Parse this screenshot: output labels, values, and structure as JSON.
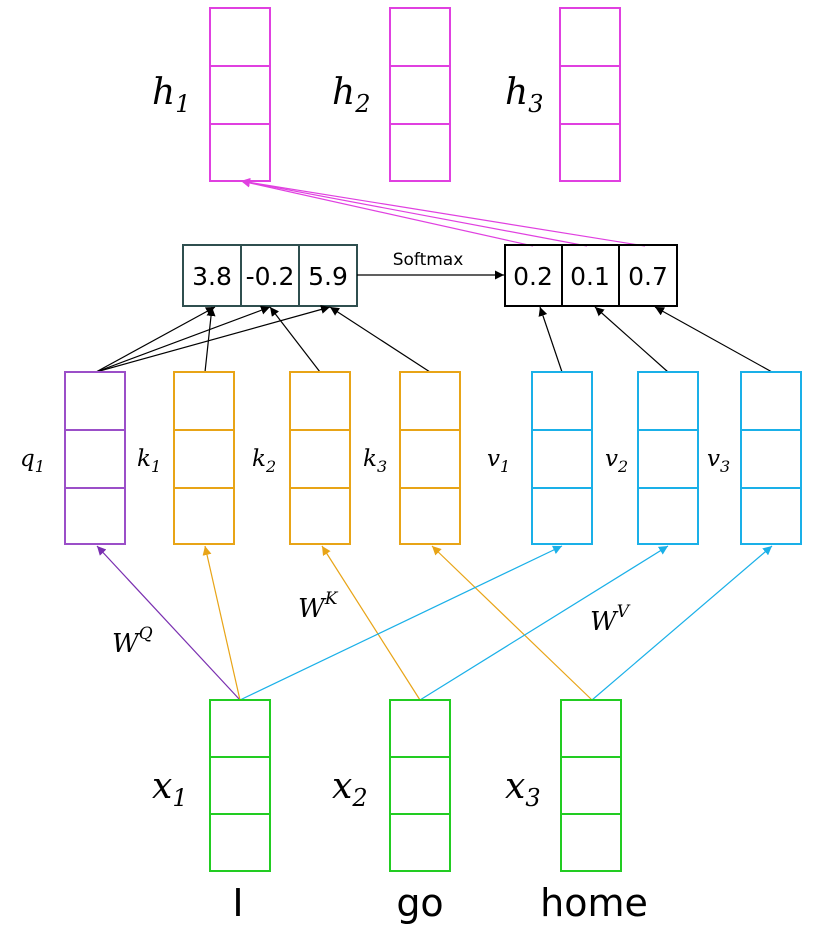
{
  "colors": {
    "x": "#22cc22",
    "h": "#e040e0",
    "q": "#9b4fc8",
    "k": "#e8a417",
    "v": "#1ab0e8",
    "scores_border": "#2f4f4f",
    "black": "#000000"
  },
  "words": [
    "I",
    "go",
    "home"
  ],
  "x_vectors": [
    {
      "var": "x",
      "sub": "1"
    },
    {
      "var": "x",
      "sub": "2"
    },
    {
      "var": "x",
      "sub": "3"
    }
  ],
  "h_vectors": [
    {
      "var": "h",
      "sub": "1"
    },
    {
      "var": "h",
      "sub": "2"
    },
    {
      "var": "h",
      "sub": "3"
    }
  ],
  "q_vectors": [
    {
      "var": "q",
      "sub": "1"
    }
  ],
  "k_vectors": [
    {
      "var": "k",
      "sub": "1"
    },
    {
      "var": "k",
      "sub": "2"
    },
    {
      "var": "k",
      "sub": "3"
    }
  ],
  "v_vectors": [
    {
      "var": "v",
      "sub": "1"
    },
    {
      "var": "v",
      "sub": "2"
    },
    {
      "var": "v",
      "sub": "3"
    }
  ],
  "weights": {
    "q": {
      "base": "W",
      "sup": "Q"
    },
    "k": {
      "base": "W",
      "sup": "K"
    },
    "v": {
      "base": "W",
      "sup": "V"
    }
  },
  "scores": [
    "3.8",
    "-0.2",
    "5.9"
  ],
  "softmax_label": "Softmax",
  "probabilities": [
    "0.2",
    "0.1",
    "0.7"
  ]
}
